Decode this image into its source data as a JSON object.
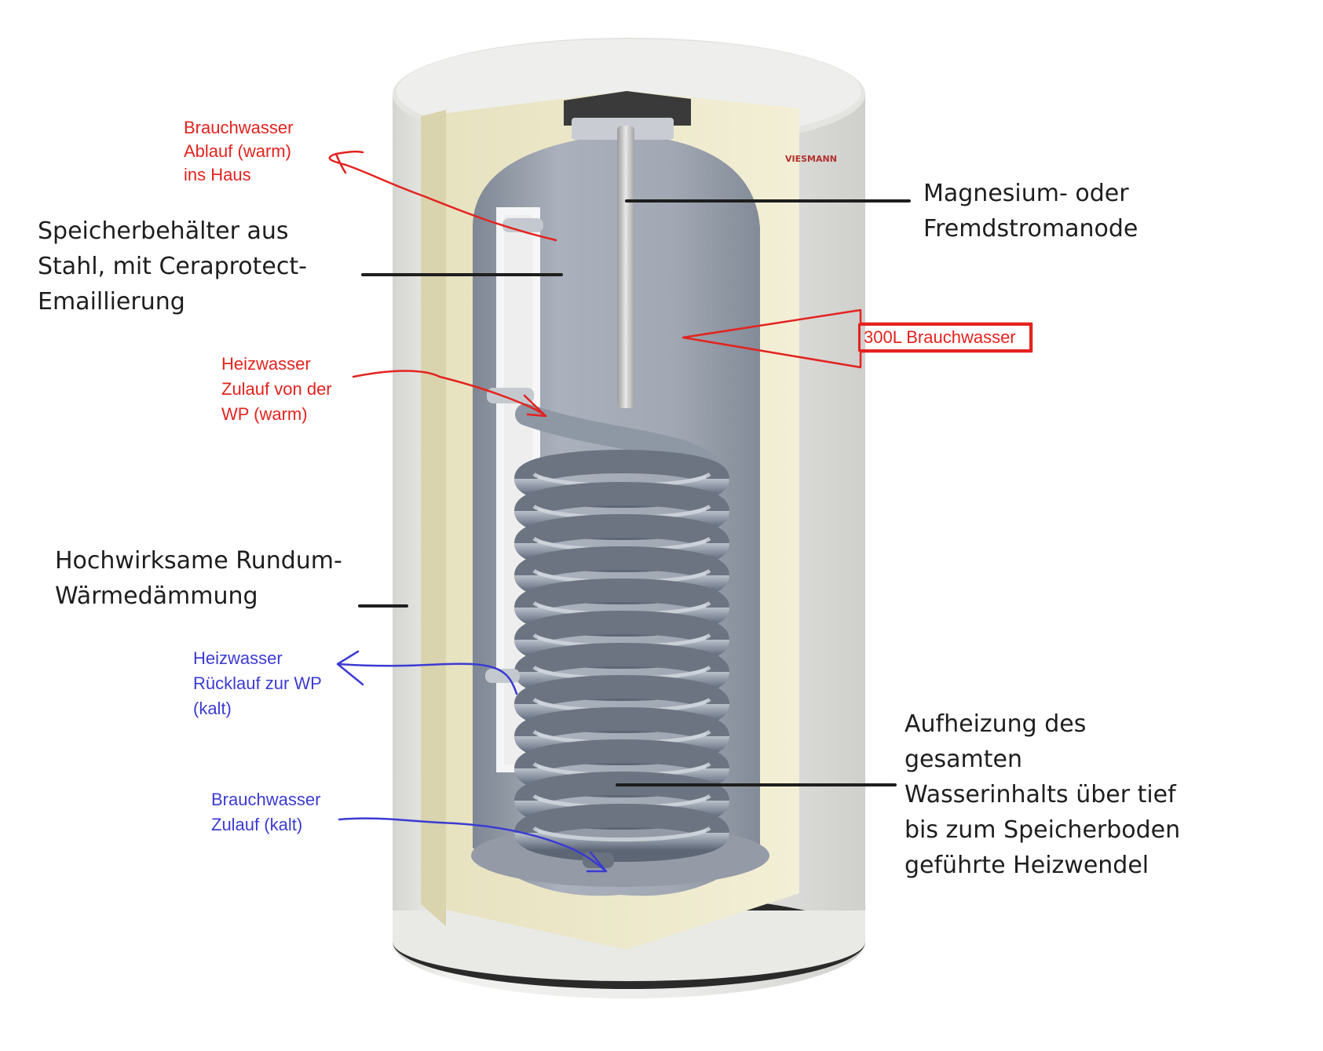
{
  "labels": {
    "storage_tank": [
      "Speicherbehälter aus",
      "Stahl, mit Ceraprotect-",
      "Emaillierung"
    ],
    "anode": [
      "Magnesium- oder",
      "Fremdstromanode"
    ],
    "insulation": [
      "Hochwirksame Rundum-",
      "Wärmedämmung"
    ],
    "heating_coil": [
      "Aufheizung des",
      "gesamten",
      "Wasserinhalts über tief",
      "bis zum Speicherboden",
      "geführte Heizwendel"
    ],
    "hot_water_outlet": [
      "Brauchwasser",
      "Ablauf (warm)",
      "ins Haus"
    ],
    "heating_water_supply": [
      "Heizwasser",
      "Zulauf von der",
      "WP (warm)"
    ],
    "heating_water_return": [
      "Heizwasser",
      "Rücklauf zur WP",
      "(kalt)"
    ],
    "cold_water_inlet": [
      "Brauchwasser",
      "Zulauf (kalt)"
    ],
    "volume": "300L Brauchwasser"
  },
  "logo_text": "VIESMANN",
  "colors": {
    "annotation_red": "#e3231f",
    "annotation_blue": "#3b3bd2",
    "leader_black": "#1e1e1e",
    "insulation": "#efebce",
    "tank": "#9fa6b2",
    "casing": "#ecebe8"
  }
}
